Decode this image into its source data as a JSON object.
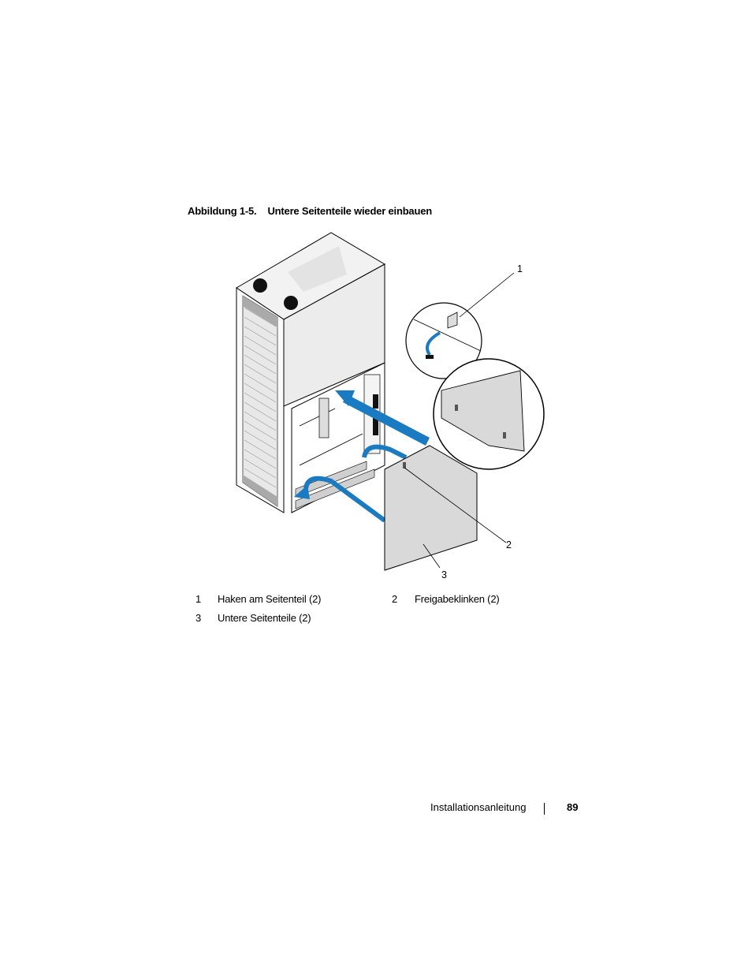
{
  "caption": {
    "label": "Abbildung 1-5.",
    "title": "Untere Seitenteile wieder einbauen"
  },
  "figure": {
    "callouts": [
      "1",
      "2",
      "3"
    ],
    "colors": {
      "arrow": "#1a7ac2",
      "panel": "#d9d9d9",
      "outline": "#000000",
      "body": "#e6e6e6"
    }
  },
  "legend": [
    {
      "number": "1",
      "text": "Haken am Seitenteil (2)"
    },
    {
      "number": "2",
      "text": "Freigabeklinken (2)"
    },
    {
      "number": "3",
      "text": "Untere Seitenteile (2)"
    }
  ],
  "footer": {
    "section": "Installationsanleitung",
    "page": "89"
  }
}
